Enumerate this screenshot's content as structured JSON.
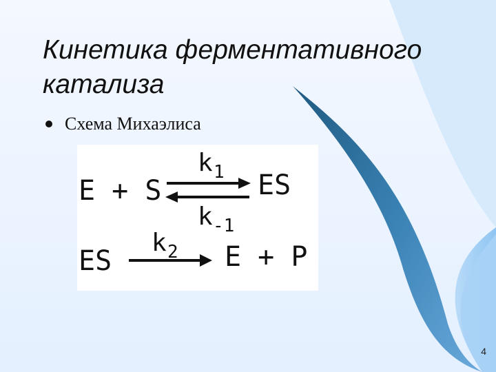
{
  "title": {
    "line1": "Кинетика ферментативного",
    "line2": "катализа"
  },
  "bullet": {
    "text": "Схема Михаэлиса",
    "marker_icon": "bullet-dot-icon"
  },
  "scheme": {
    "reaction1": {
      "left": "E + S",
      "right": "ES",
      "forward_constant": "k",
      "forward_subscript": "1",
      "reverse_constant": "k",
      "reverse_subscript": "-1",
      "arrow_icon": "equilibrium-arrows-icon"
    },
    "reaction2": {
      "left": "ES",
      "right": "E + P",
      "constant": "k",
      "subscript": "2",
      "arrow_icon": "right-arrow-icon"
    }
  },
  "page_number": "4",
  "colors": {
    "background_light": "#e4f0ff",
    "swoosh_dark": "#2f6f95",
    "swoosh_mid": "#5b93c3",
    "swoosh_light": "#8ec0ec",
    "text": "#111111"
  }
}
